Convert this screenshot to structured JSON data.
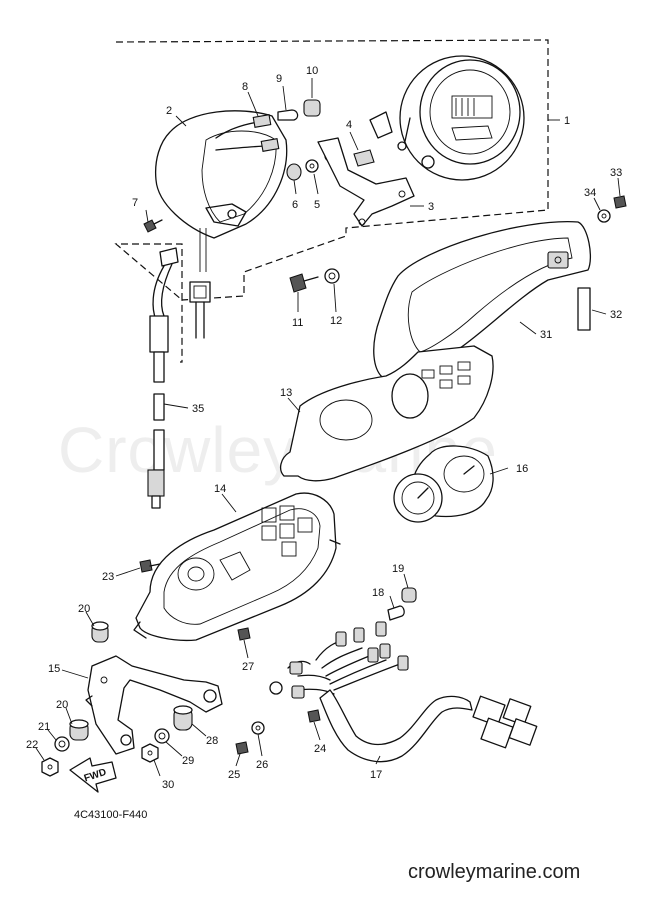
{
  "diagram": {
    "drawing_code": "4C43100-F440",
    "watermark": "CrowleyMarine",
    "site_footer": "crowleymarine.com",
    "direction_label": "FWD",
    "callouts": [
      "1",
      "2",
      "3",
      "4",
      "5",
      "6",
      "7",
      "8",
      "9",
      "10",
      "11",
      "12",
      "13",
      "14",
      "15",
      "16",
      "17",
      "18",
      "19",
      "20",
      "20",
      "21",
      "22",
      "23",
      "24",
      "25",
      "26",
      "27",
      "28",
      "29",
      "30",
      "31",
      "32",
      "33",
      "34",
      "35"
    ]
  }
}
